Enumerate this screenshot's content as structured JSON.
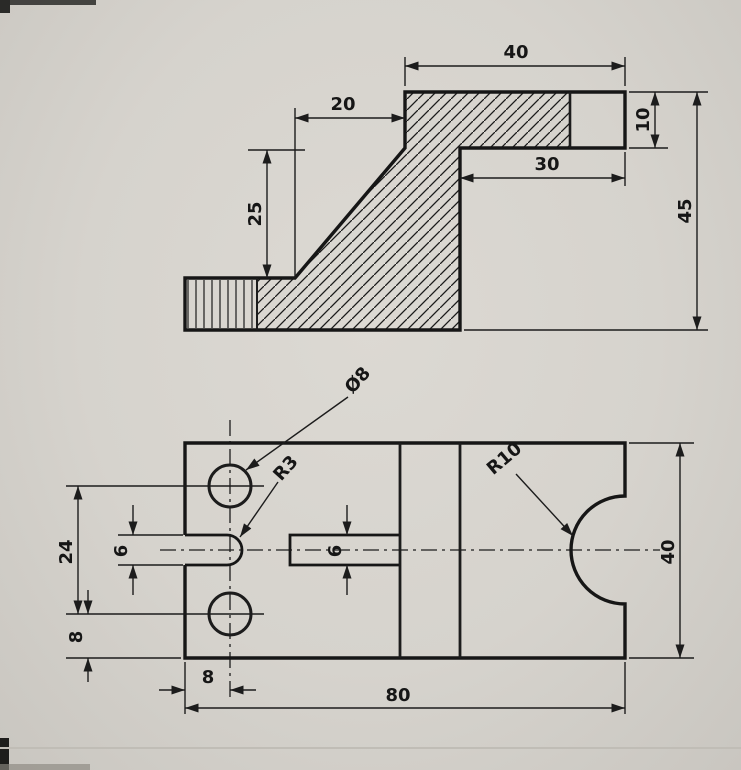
{
  "page": {
    "background": "#d6d3cd"
  },
  "section_view": {
    "dim_width_top": "40",
    "dim_offset": "20",
    "dim_step": "30",
    "dim_flange_thickness": "10",
    "dim_total_height": "45",
    "dim_slope_height": "25"
  },
  "plan_view": {
    "hole_diameter": "Ø8",
    "slot_end_radius": "R3",
    "notch_radius": "R10",
    "dim_hole_spacing": "24",
    "dim_slot_width_left": "6",
    "dim_slot_width_mid": "6",
    "dim_hole_edge": "8",
    "dim_hole_offset": "8",
    "dim_total_width": "80",
    "dim_total_depth": "40"
  }
}
